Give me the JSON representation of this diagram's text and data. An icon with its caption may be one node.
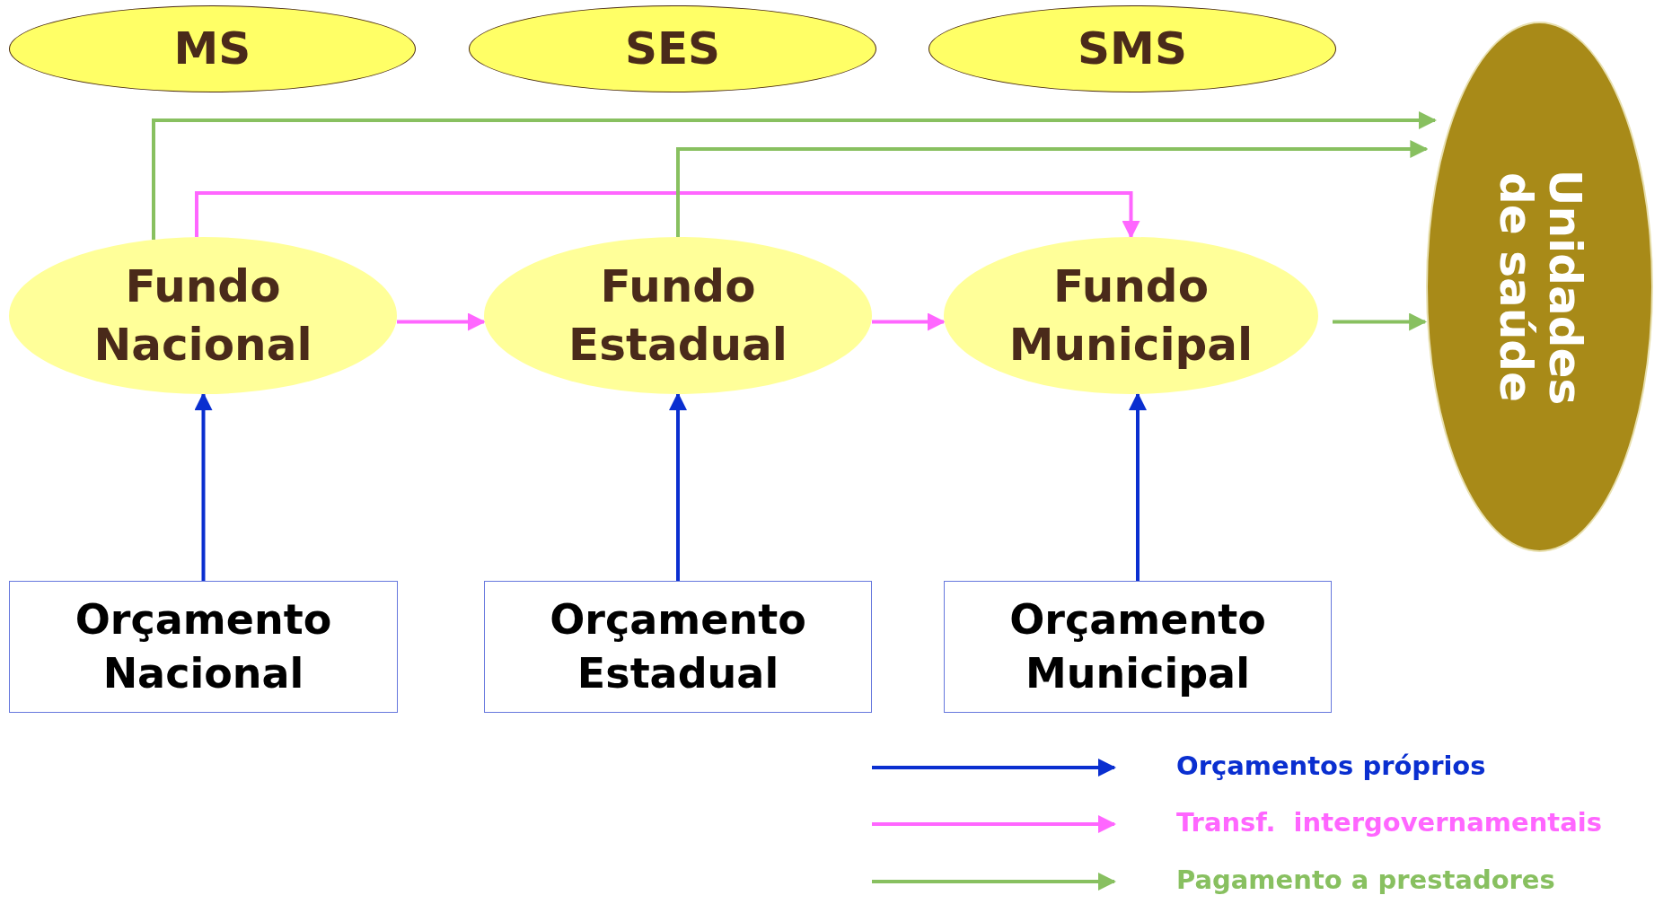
{
  "diagram": {
    "nodes": [
      {
        "text": [
          "MS"
        ]
      },
      {
        "text": [
          "SES"
        ]
      },
      {
        "text": [
          "SMS"
        ]
      },
      {
        "text": [
          "Unidades de saúde"
        ]
      },
      {
        "text": [
          "Fundo Nacional"
        ]
      },
      {
        "text": [
          "Fundo Estadual"
        ]
      },
      {
        "text": [
          "Fundo Municipal"
        ]
      },
      {
        "text": [
          "Orçamento Nacional"
        ]
      },
      {
        "text": [
          "Orçamento Estadual"
        ]
      },
      {
        "text": [
          "Orçamento Municipal"
        ]
      }
    ],
    "edges": [
      {
        "from": 7,
        "to": 4,
        "arrow": "to",
        "color": "#0a2fd0"
      },
      {
        "from": 8,
        "to": 5,
        "arrow": "to",
        "color": "#0a2fd0"
      },
      {
        "from": 9,
        "to": 6,
        "arrow": "to",
        "color": "#0a2fd0"
      },
      {
        "from": 4,
        "to": 5,
        "arrow": "to",
        "color": "#ff66ff"
      },
      {
        "from": 5,
        "to": 6,
        "arrow": "to",
        "color": "#ff66ff"
      },
      {
        "from": 4,
        "to": 6,
        "arrow": "to",
        "color": "#ff66ff"
      },
      {
        "from": 4,
        "to": 3,
        "arrow": "to",
        "color": "#88c060"
      },
      {
        "from": 5,
        "to": 3,
        "arrow": "to",
        "color": "#88c060"
      },
      {
        "from": 6,
        "to": 3,
        "arrow": "to",
        "color": "#88c060"
      }
    ],
    "legend": [
      {
        "text": "Orçamentos próprios",
        "color": "#0a2fd0"
      },
      {
        "text": "Transf.  intergovernamentais",
        "color": "#ff66ff"
      },
      {
        "text": "Pagamento a prestadores",
        "color": "#88c060"
      }
    ]
  }
}
